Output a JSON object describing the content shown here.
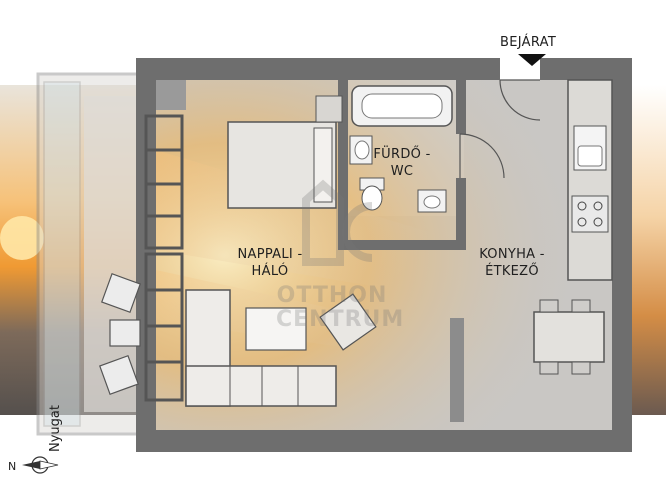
{
  "entrance": {
    "label": "BEJÁRAT"
  },
  "rooms": [
    {
      "id": "bath",
      "line1": "FÜRDŐ -",
      "line2": "WC"
    },
    {
      "id": "living",
      "line1": "NAPPALI -",
      "line2": "HÁLÓ"
    },
    {
      "id": "kitchen",
      "line1": "KONYHA -",
      "line2": "ÉTKEZŐ"
    }
  ],
  "watermark": {
    "line1": "OTTHON",
    "line2": "CENTRUM"
  },
  "compass": {
    "letter": "N",
    "direction": "Nyugat"
  },
  "colors": {
    "wall": "#6e6e6e",
    "floor": "#c9c7c4",
    "sun": "#f2a93b",
    "sky": "#f3b45a"
  }
}
